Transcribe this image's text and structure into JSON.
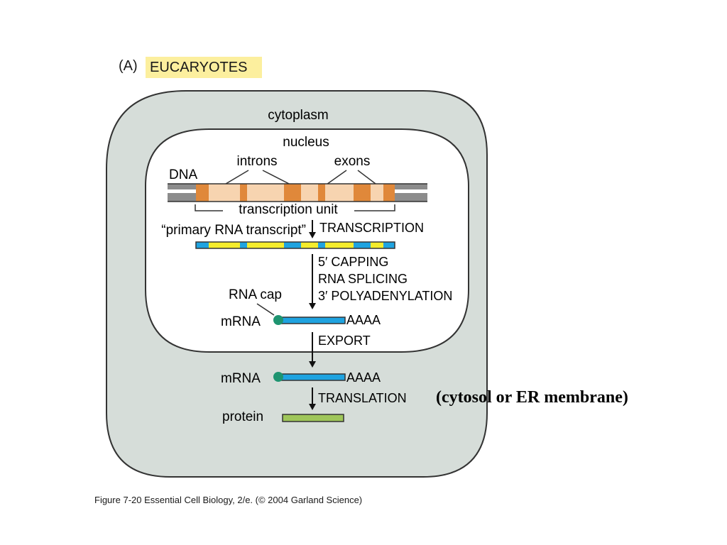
{
  "panel": {
    "letter": "(A)",
    "title": "EUCARYOTES"
  },
  "compartments": {
    "cytoplasm": "cytoplasm",
    "nucleus": "nucleus"
  },
  "gene": {
    "dna_label": "DNA",
    "introns_label": "introns",
    "exons_label": "exons",
    "unit_label": "transcription unit"
  },
  "steps": {
    "primary_transcript": "“primary RNA transcript”",
    "transcription": "TRANSCRIPTION",
    "capping": "5′ CAPPING",
    "splicing": "RNA SPLICING",
    "polyadenylation": "3′ POLYADENYLATION",
    "rna_cap": "RNA cap",
    "mrna_nuclear": "mRNA",
    "polya_nuclear": "AAAA",
    "export": "EXPORT",
    "mrna_cytoplasm": "mRNA",
    "polya_cytoplasm": "AAAA",
    "translation": "TRANSLATION",
    "protein": "protein"
  },
  "annotation": "(cytosol or ER membrane)",
  "caption": "Figure 7-20  Essential Cell Biology, 2/e. (© 2004 Garland Science)",
  "colors": {
    "cell_fill": "#d6ddd9",
    "nucleus_fill": "#ffffff",
    "outline": "#333333",
    "exon": "#e0883a",
    "intron": "#f7d4b0",
    "dna_flank": "#8c8c8c",
    "rna_exon": "#f4ec2c",
    "rna_intron": "#1fa3e0",
    "mrna": "#1fa3e0",
    "cap": "#1e9470",
    "protein": "#9fc65a",
    "title_highlight": "#fcef9e"
  }
}
